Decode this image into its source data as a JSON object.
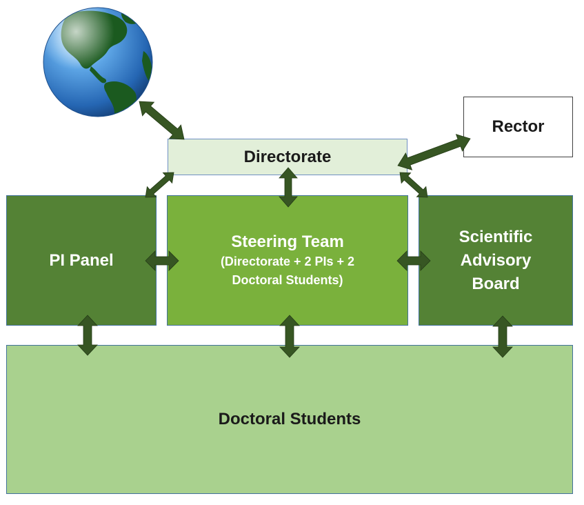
{
  "nodes": {
    "rector": "Rector",
    "directorate": "Directorate",
    "pi_panel": "PI Panel",
    "steering_team": {
      "title": "Steering Team",
      "line1": "(Directorate + 2 PIs + 2",
      "line2": "Doctoral Students)"
    },
    "scientific_advisory_board": {
      "line1": "Scientific",
      "line2": "Advisory",
      "line3": "Board"
    },
    "doctoral_students": "Doctoral Students"
  },
  "icons": {
    "world": "globe-icon",
    "connection": "double-arrow-icon"
  },
  "colors": {
    "arrow": "#375623",
    "dark_green": "#548235",
    "medium_green": "#7ab13c",
    "light_green": "#a9d18e",
    "pale_green": "#e2efd9",
    "globe_ocean": "#2f76c2",
    "globe_land": "#1b5a1f"
  }
}
